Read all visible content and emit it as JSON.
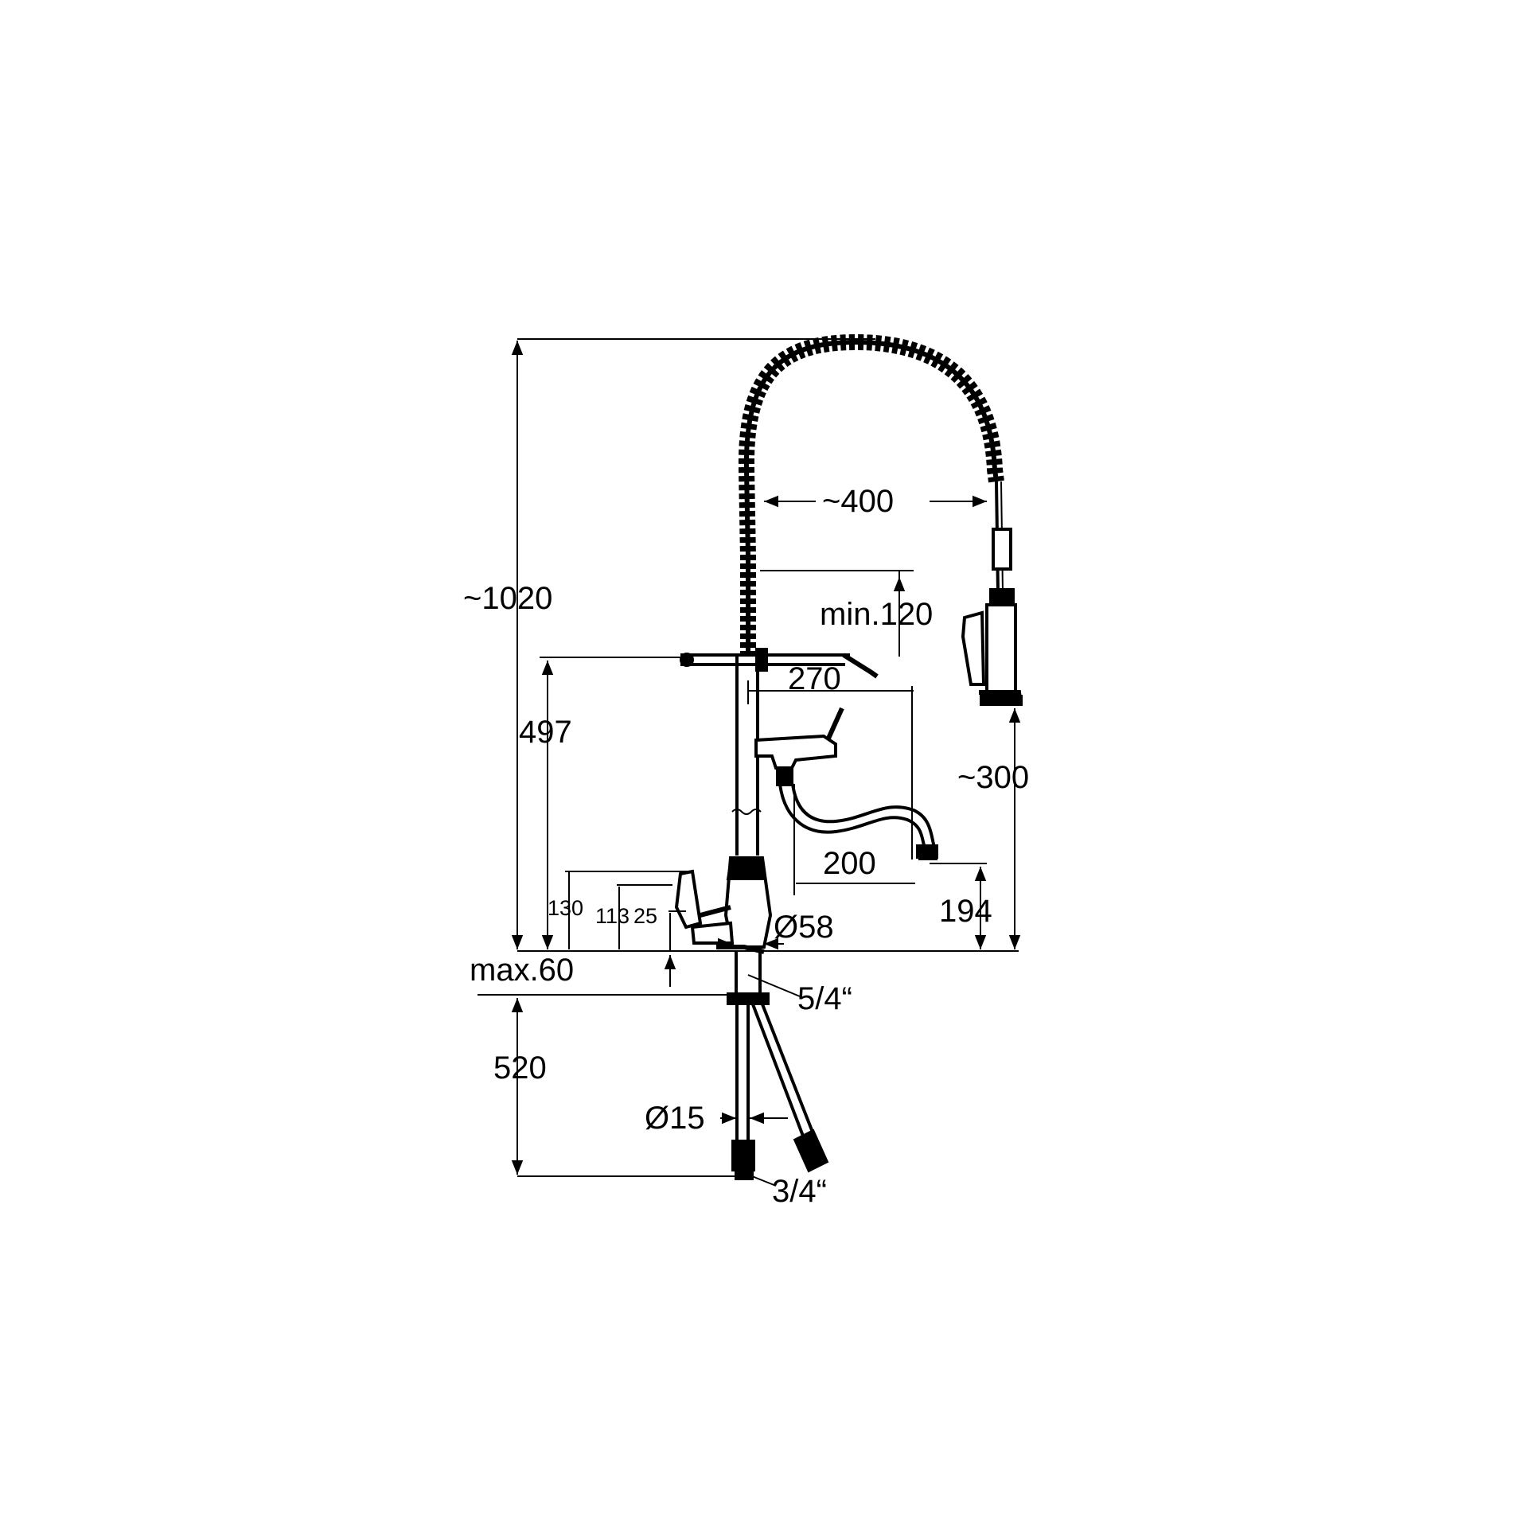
{
  "dimensions": {
    "total_height": "~1020",
    "spray_reach": "~400",
    "min_clearance": "min.120",
    "arm_height": "497",
    "spout_reach": "270",
    "spray_head": "~300",
    "spout_projection": "200",
    "spout_outlet_height": "194",
    "lever_height_130": "130",
    "lever_height_113": "113",
    "lever_height_25": "25",
    "base_diameter": "Ø58",
    "max_deck": "max.60",
    "thread_top": "5/4“",
    "hose_length": "520",
    "hose_diameter": "Ø15",
    "thread_bottom": "3/4“"
  },
  "colors": {
    "line": "#000000",
    "background": "#ffffff"
  }
}
